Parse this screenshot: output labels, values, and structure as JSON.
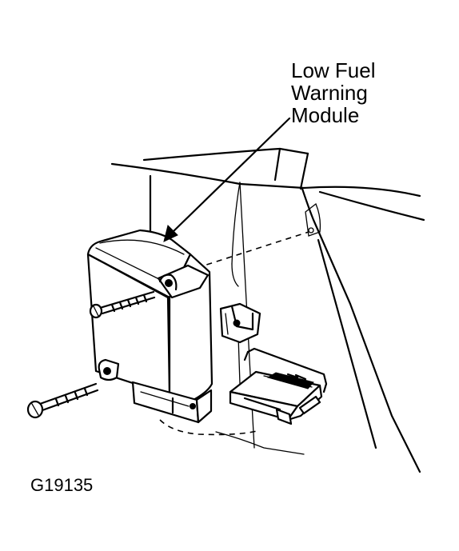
{
  "callout": {
    "lines": [
      "Low Fuel",
      "Warning",
      "Module"
    ]
  },
  "figure_id": "G19135"
}
